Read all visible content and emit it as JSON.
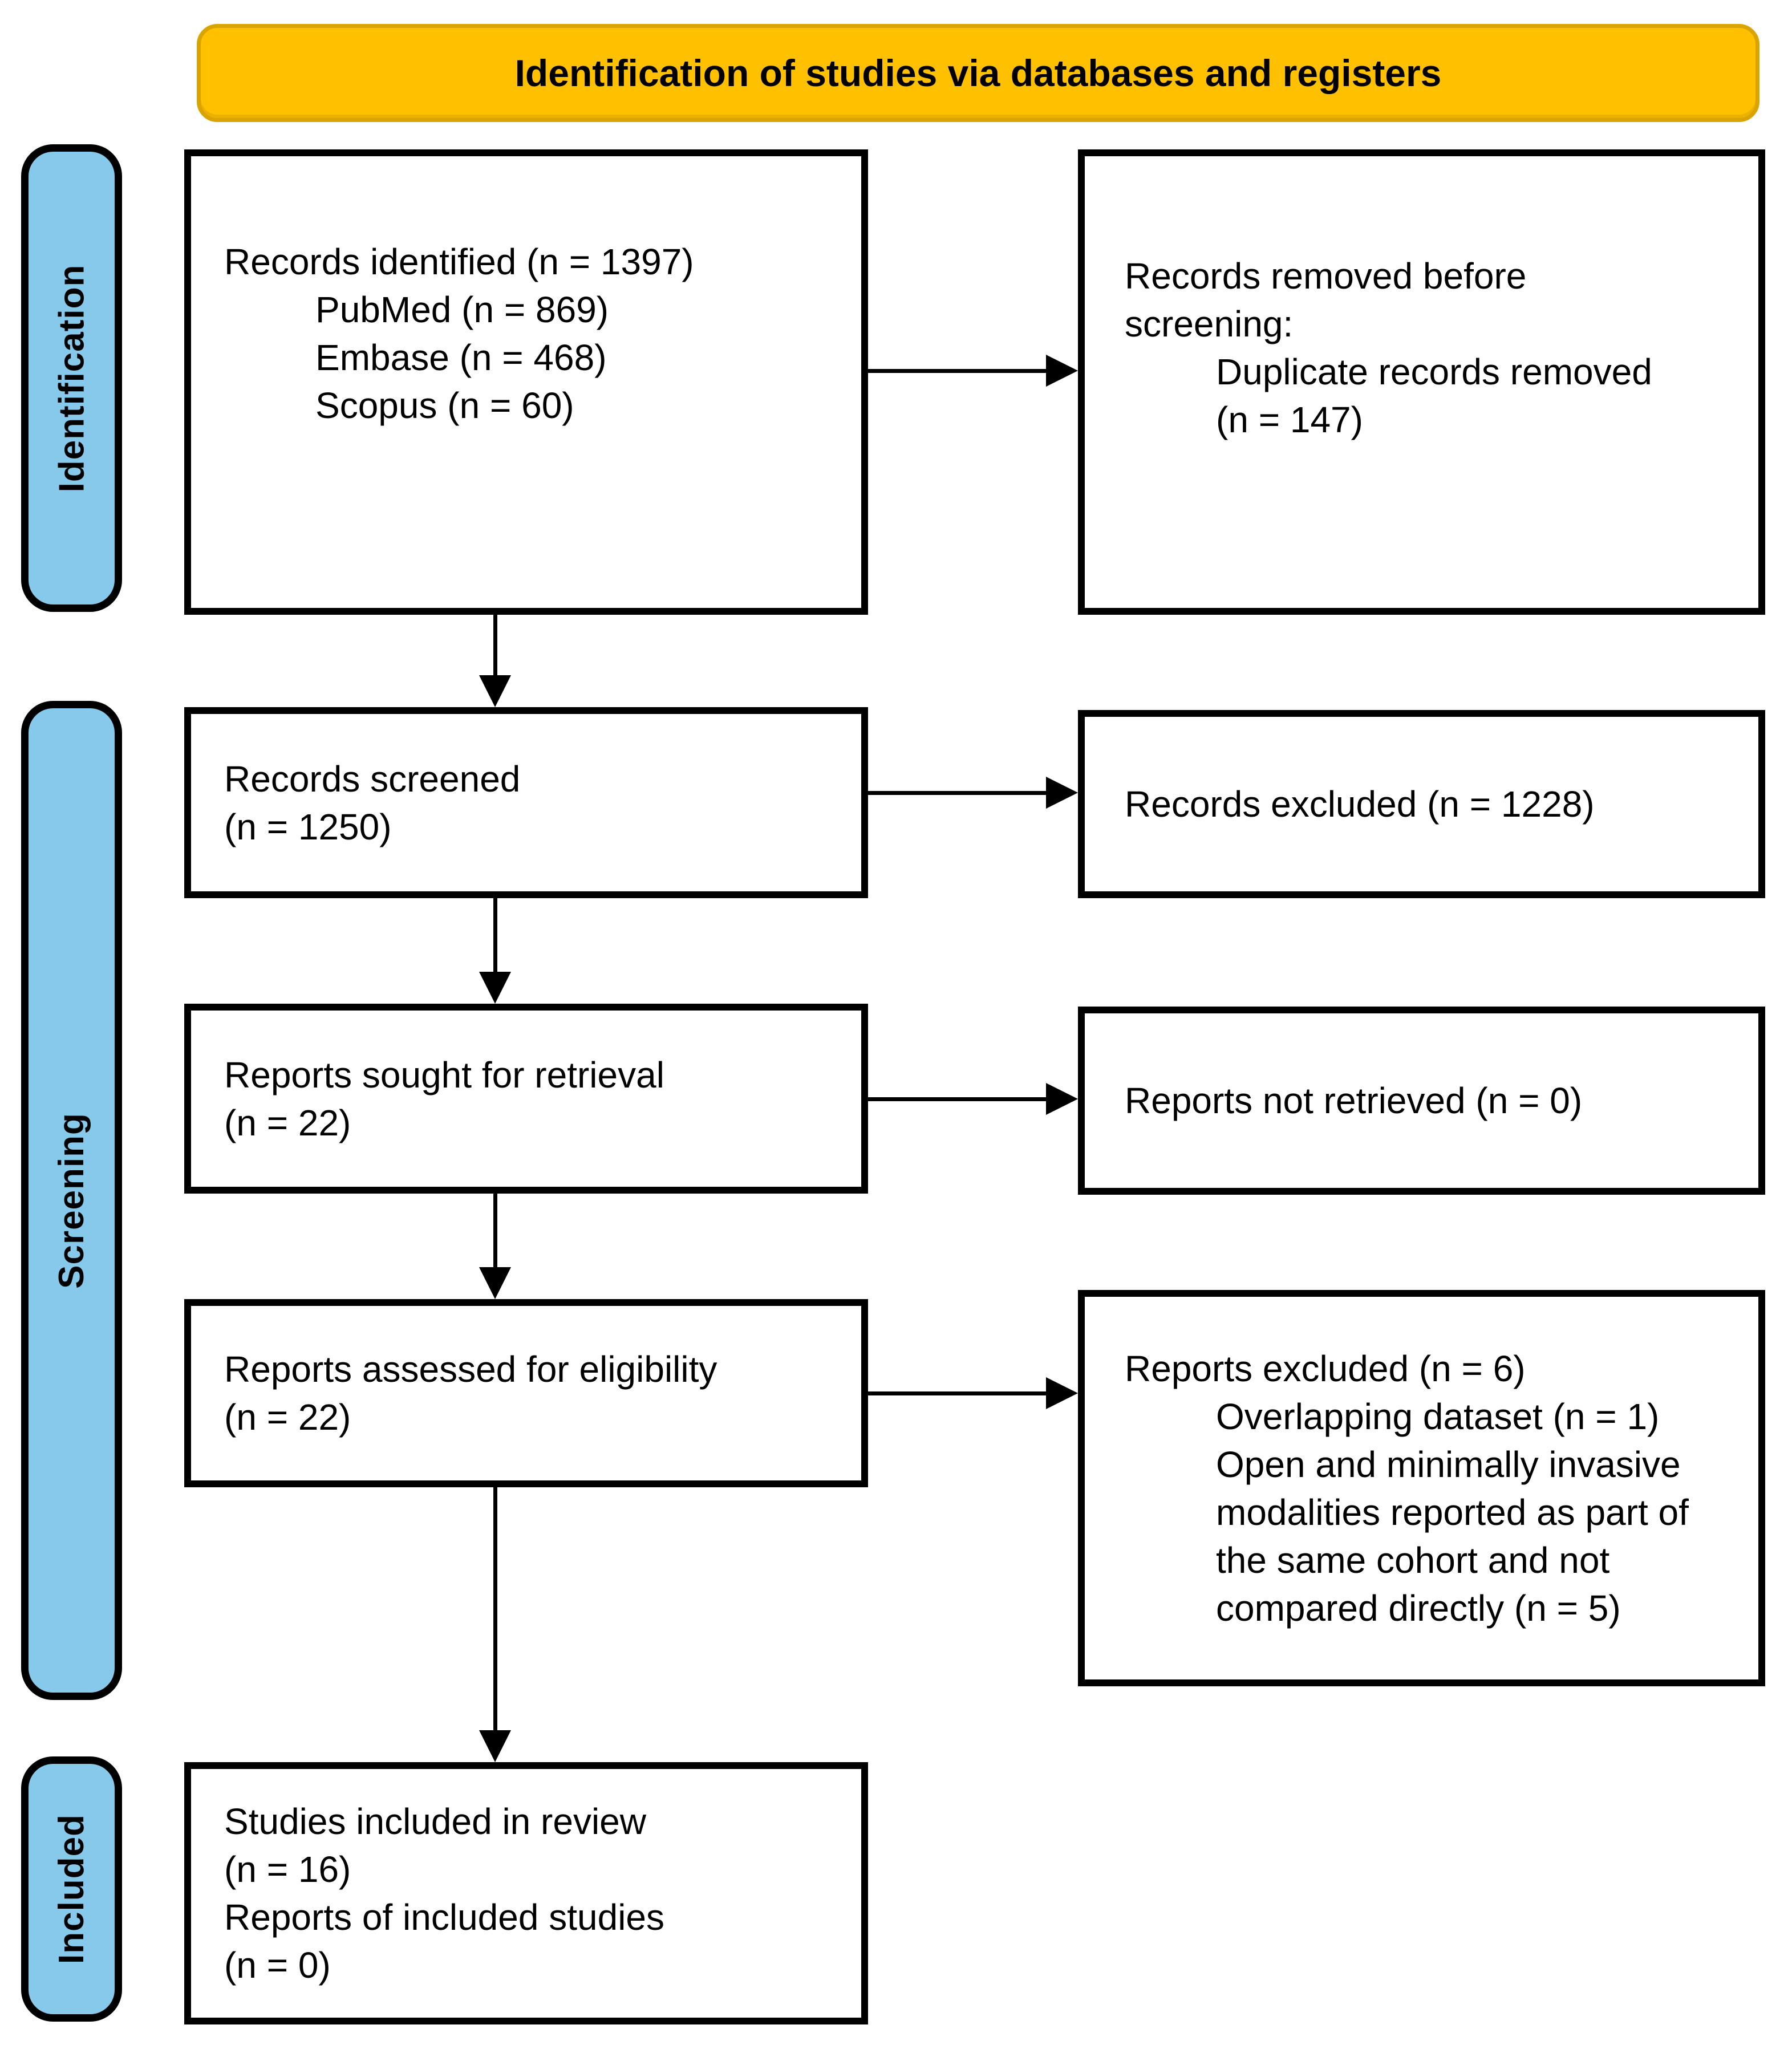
{
  "banner": {
    "title": "Identification of studies via databases and registers"
  },
  "sidebar": {
    "items": [
      "Identification",
      "Screening",
      "Included"
    ]
  },
  "boxes": {
    "identified": {
      "lines": [
        {
          "t": "Records identified (n = 1397)",
          "i": false
        },
        {
          "t": "PubMed (n = 869)",
          "i": true
        },
        {
          "t": "Embase (n = 468)",
          "i": true
        },
        {
          "t": "Scopus (n = 60)",
          "i": true
        }
      ]
    },
    "removed": {
      "lines": [
        {
          "t": "Records removed before",
          "i": false
        },
        {
          "t": "screening:",
          "i": false
        },
        {
          "t": "Duplicate records removed",
          "i": true
        },
        {
          "t": "(n = 147)",
          "i": true
        }
      ]
    },
    "screened": {
      "lines": [
        {
          "t": "Records screened",
          "i": false
        },
        {
          "t": "(n = 1250)",
          "i": false
        }
      ]
    },
    "excluded": {
      "lines": [
        {
          "t": "Records excluded (n = 1228)",
          "i": false
        }
      ]
    },
    "sought": {
      "lines": [
        {
          "t": "Reports sought for retrieval",
          "i": false
        },
        {
          "t": "(n = 22)",
          "i": false
        }
      ]
    },
    "notretrieved": {
      "lines": [
        {
          "t": "Reports not retrieved (n = 0)",
          "i": false
        }
      ]
    },
    "assessed": {
      "lines": [
        {
          "t": "Reports assessed for eligibility",
          "i": false
        },
        {
          "t": "(n = 22)",
          "i": false
        }
      ]
    },
    "reportsexcluded": {
      "lines": [
        {
          "t": "Reports excluded (n = 6)",
          "i": false
        },
        {
          "t": "Overlapping dataset (n = 1)",
          "i": true
        },
        {
          "t": "Open and minimally invasive",
          "i": true
        },
        {
          "t": "modalities reported as part of",
          "i": true
        },
        {
          "t": "the same cohort and not",
          "i": true
        },
        {
          "t": "compared directly (n = 5)",
          "i": true
        }
      ]
    },
    "included": {
      "lines": [
        {
          "t": "Studies included in review",
          "i": false
        },
        {
          "t": "(n = 16)",
          "i": false
        },
        {
          "t": "Reports of included studies",
          "i": false
        },
        {
          "t": "(n = 0)",
          "i": false
        }
      ]
    }
  },
  "colors": {
    "banner_bg": "#FFC000",
    "banner_border": "#D9A400",
    "sidebar_bg": "#87C9EA",
    "box_border": "#000000",
    "arrow": "#000000",
    "text": "#000000"
  }
}
